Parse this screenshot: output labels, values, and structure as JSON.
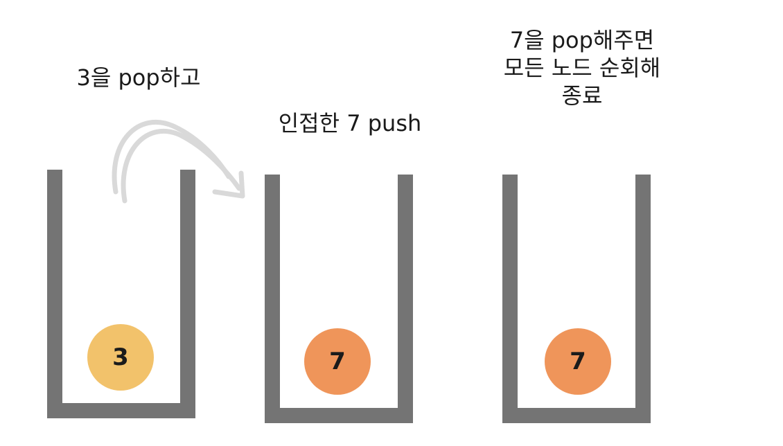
{
  "steps": [
    {
      "caption_lines": [
        "3을 pop하고"
      ],
      "stack_item": "3",
      "item_color": "#f2c26b"
    },
    {
      "caption_lines": [
        "인접한 7 push"
      ],
      "stack_item": "7",
      "item_color": "#ef955a"
    },
    {
      "caption_lines": [
        "7을 pop해주면",
        "모든 노드 순회해",
        "종료"
      ],
      "stack_item": "7",
      "item_color": "#ef955a"
    }
  ],
  "colors": {
    "stack_wall": "#747474",
    "arrow": "#d9d9d9",
    "text": "#1a1a1a"
  },
  "icons": {
    "transition_arrow": "curved-arrow-icon"
  }
}
